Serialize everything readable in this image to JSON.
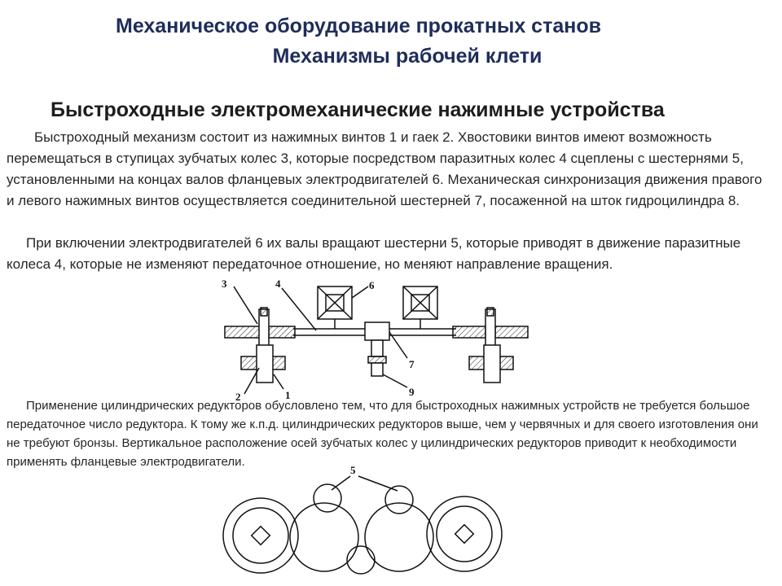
{
  "header": {
    "title_line1": "Механическое оборудование прокатных станов",
    "title_line2": "Механизмы рабочей клети"
  },
  "section": {
    "heading": "Быстроходные электромеханические нажимные устройства",
    "paragraph1": "Быстроходный механизм состоит из нажимных винтов 1 и гаек 2. Хвостовики винтов имеют возможность перемещаться в ступицах зубчатых колес 3, которые посредством паразитных колес 4 сцеплены с шестернями 5, установленными на концах валов фланцевых электродвигателей 6. Механическая синхронизация движения правого и левого нажимных винтов осуществляется соединительной шестерней 7, посаженной на шток гидроцилиндра 8.",
    "paragraph2": "При включении электродвигателей 6 их валы вращают шестерни 5, которые приводят в движение паразитные колеса 4, которые не изменяют передаточное отношение, но меняют направление вращения.",
    "paragraph3": "Применение цилиндрических редукторов обусловлено тем, что для быстроходных нажимных устройств не требуется большое передаточное число редуктора. К тому же к.п.д. цилиндрических редукторов выше, чем у червячных и для своего изготовления они не требуют бронзы. Вертикальное расположение осей зубчатых колес у цилиндрических редукторов приводит к необходимости применять фланцевые электродвигатели."
  },
  "diagram1": {
    "labels": {
      "l3": "3",
      "l4": "4",
      "l6": "6",
      "l7": "7",
      "l9": "9",
      "l2": "2",
      "l1": "1"
    }
  },
  "diagram2": {
    "labels": {
      "l5": "5"
    }
  }
}
